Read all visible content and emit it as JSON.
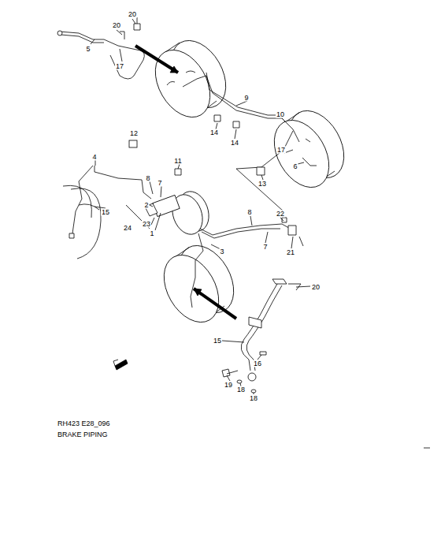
{
  "diagram": {
    "labels": [
      "20",
      "20",
      "5",
      "17",
      "9",
      "10",
      "12",
      "14",
      "14",
      "17",
      "6",
      "4",
      "11",
      "13",
      "8",
      "7",
      "2",
      "15",
      "8",
      "22",
      "23",
      "24",
      "1",
      "3",
      "7",
      "21",
      "20",
      "15",
      "16",
      "19",
      "18",
      "18",
      "RH423 E28_096",
      "BRAKE PIPING"
    ]
  }
}
